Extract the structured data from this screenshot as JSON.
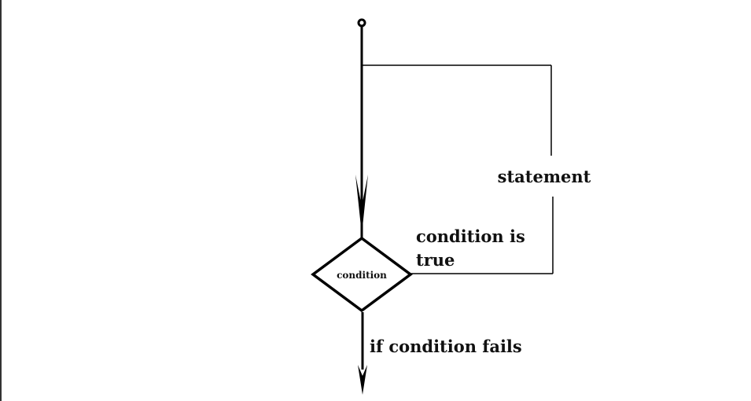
{
  "diagram": {
    "nodes": {
      "decision": {
        "label": "condition"
      },
      "statement": {
        "label": "statement"
      }
    },
    "edges": {
      "true_branch": {
        "label_line1": "condition is",
        "label_line2": "true"
      },
      "false_branch": {
        "label": "if condition fails"
      }
    }
  },
  "colors": {
    "stroke": "#000000",
    "background": "#ffffff",
    "left_border": "#333333"
  }
}
